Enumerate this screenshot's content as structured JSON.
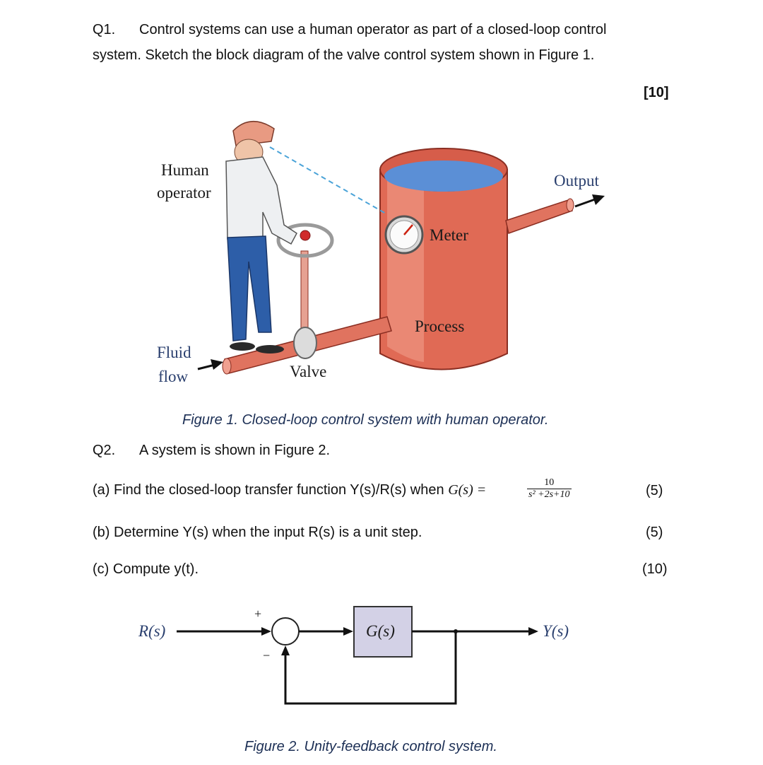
{
  "q1": {
    "number": "Q1.",
    "line1": "Control systems can use a human operator as part of a closed-loop control",
    "line2": "system. Sketch the block diagram of the valve control system shown in Figure 1.",
    "marks": "[10]"
  },
  "figure1": {
    "labels": {
      "human": "Human",
      "operator": "operator",
      "output": "Output",
      "meter": "Meter",
      "process": "Process",
      "fluid": "Fluid",
      "flow": "flow",
      "valve": "Valve"
    },
    "caption": "Figure 1. Closed-loop control system with human operator.",
    "colors": {
      "tank": "#e06a55",
      "water": "#5b8fd6",
      "pipe": "#e0735f",
      "shirt": "#eef0f2",
      "jeans": "#2d5ea8",
      "helmet": "#e89a82"
    }
  },
  "q2": {
    "number": "Q2.",
    "intro": "A system is shown in Figure 2.",
    "a_text": "(a) Find the closed-loop transfer function Y(s)/R(s) when ",
    "a_gs": "G(s) =",
    "a_num": "10",
    "a_den": "s² +2s+10",
    "a_marks": "(5)",
    "b_text": "(b) Determine Y(s) when the input R(s) is a unit step.",
    "b_marks": "(5)",
    "c_text": "(c) Compute y(t).",
    "c_marks": "(10)"
  },
  "figure2": {
    "input": "R(s)",
    "block": "G(s)",
    "output": "Y(s)",
    "plus": "+",
    "minus": "−",
    "caption": "Figure 2. Unity-feedback control system.",
    "colors": {
      "block_fill": "#d3d1e6",
      "label": "#2a3f6e"
    }
  }
}
